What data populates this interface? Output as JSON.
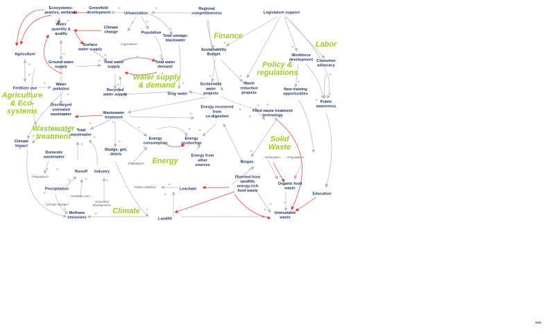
{
  "colors": {
    "node": "#1a2f5a",
    "link": "#b5b5b5",
    "negative_link": "#e53935",
    "sector": "#9ccb2e",
    "ghost": "#555555"
  },
  "sectors": [
    {
      "id": "water",
      "label": [
        "Water supply",
        "& demand"
      ]
    },
    {
      "id": "finance",
      "label": [
        "Finance"
      ]
    },
    {
      "id": "policy",
      "label": [
        "Policy &",
        "regulations"
      ]
    },
    {
      "id": "labor",
      "label": [
        "Labor"
      ]
    },
    {
      "id": "agri",
      "label": [
        "Agriculture",
        "& Eco-",
        "systems"
      ]
    },
    {
      "id": "wwt",
      "label": [
        "Wastewater",
        "treatment"
      ]
    },
    {
      "id": "energy",
      "label": [
        "Energy"
      ]
    },
    {
      "id": "solid",
      "label": [
        "Solid",
        "Waste"
      ]
    },
    {
      "id": "climate",
      "label": [
        "Climate"
      ]
    }
  ],
  "nodes": [
    {
      "id": "ecosystems",
      "lines": [
        "Ecosystems:",
        "prairies, wetlands"
      ]
    },
    {
      "id": "greenfield",
      "lines": [
        "Greenfield",
        "development"
      ]
    },
    {
      "id": "urbanization",
      "lines": [
        "Urbanization"
      ]
    },
    {
      "id": "regional",
      "lines": [
        "Regional",
        "competitiveness"
      ]
    },
    {
      "id": "legislature",
      "lines": [
        "Legislature support"
      ]
    },
    {
      "id": "agriculture",
      "lines": [
        "Agriculture"
      ]
    },
    {
      "id": "wqq",
      "lines": [
        "Water",
        "quantity &",
        "quality"
      ]
    },
    {
      "id": "climate_change",
      "lines": [
        "Climate",
        "change"
      ]
    },
    {
      "id": "population",
      "lines": [
        "Population"
      ]
    },
    {
      "id": "sewage",
      "lines": [
        "Total sewage:",
        "blackwater"
      ]
    },
    {
      "id": "surface",
      "lines": [
        "Surface",
        "water supply"
      ]
    },
    {
      "id": "ground",
      "lines": [
        "Ground water",
        "supply"
      ]
    },
    {
      "id": "total_supply",
      "lines": [
        "Total water",
        "supply"
      ]
    },
    {
      "id": "total_demand",
      "lines": [
        "Total water",
        "demand"
      ]
    },
    {
      "id": "sust_budget",
      "lines": [
        "Sustainability",
        "Budget"
      ]
    },
    {
      "id": "workforce",
      "lines": [
        "Workforce",
        "development"
      ]
    },
    {
      "id": "consumer",
      "lines": [
        "Consumer",
        "advocacy"
      ]
    },
    {
      "id": "fertilizer",
      "lines": [
        "Fertilizer use"
      ]
    },
    {
      "id": "water_pollution",
      "lines": [
        "Water",
        "pollution"
      ]
    },
    {
      "id": "recycled",
      "lines": [
        "Recycled",
        "water supply"
      ]
    },
    {
      "id": "gray",
      "lines": [
        "Gray water"
      ]
    },
    {
      "id": "sust_projects",
      "lines": [
        "Sustainable",
        "water",
        "projects"
      ]
    },
    {
      "id": "waste_reduction",
      "lines": [
        "Waste",
        "reduction",
        "projects"
      ]
    },
    {
      "id": "training",
      "lines": [
        "New training",
        "opportunities"
      ]
    },
    {
      "id": "public_awareness",
      "lines": [
        "Public",
        "awareness"
      ]
    },
    {
      "id": "discharged",
      "lines": [
        "Discharged",
        "untreated",
        "wastewater"
      ]
    },
    {
      "id": "wastewater_treatment",
      "lines": [
        "Wastewater",
        "treatment"
      ]
    },
    {
      "id": "energy_recovered",
      "lines": [
        "Energy recovered",
        "from",
        "co-digestion"
      ]
    },
    {
      "id": "fw_tech",
      "lines": [
        "Food waste treatment",
        "technology"
      ]
    },
    {
      "id": "total_ww",
      "lines": [
        "Total",
        "wastewater"
      ]
    },
    {
      "id": "climate_impact",
      "lines": [
        "Climate",
        "Impact"
      ]
    },
    {
      "id": "energy_consumption",
      "lines": [
        "Energy",
        "consumption"
      ]
    },
    {
      "id": "energy_production",
      "lines": [
        "Energy",
        "production"
      ]
    },
    {
      "id": "domestic_ww",
      "lines": [
        "Domestic",
        "wastewater"
      ]
    },
    {
      "id": "sludge",
      "lines": [
        "Sludge, grit,",
        "debris"
      ]
    },
    {
      "id": "energy_other",
      "lines": [
        "Energy from",
        "other",
        "sources"
      ]
    },
    {
      "id": "biogas",
      "lines": [
        "Biogas"
      ]
    },
    {
      "id": "runoff",
      "lines": [
        "Runoff"
      ]
    },
    {
      "id": "industry",
      "lines": [
        "Industry"
      ]
    },
    {
      "id": "precipitation",
      "lines": [
        "Precipitation"
      ]
    },
    {
      "id": "leachate",
      "lines": [
        "Leachate"
      ]
    },
    {
      "id": "diverted",
      "lines": [
        "Diverted from",
        "landfills",
        "energy-rich",
        "food waste"
      ]
    },
    {
      "id": "organic",
      "lines": [
        "Organic food",
        "waste"
      ]
    },
    {
      "id": "education",
      "lines": [
        "Education"
      ]
    },
    {
      "id": "methane",
      "lines": [
        "Methane",
        "emissions"
      ]
    },
    {
      "id": "landfill",
      "lines": [
        "Landfill"
      ]
    },
    {
      "id": "untreatable",
      "lines": [
        "Untreatable",
        "waste"
      ]
    }
  ],
  "ghosts": [
    {
      "id": "g_agriculture",
      "text": "<Agriculture>"
    },
    {
      "id": "g_population_energy",
      "text": "<Population>"
    },
    {
      "id": "g_education",
      "text": "<Education>"
    },
    {
      "id": "g_population_solid",
      "text": "<Population>"
    },
    {
      "id": "g_population_ww",
      "text": "<Population>"
    },
    {
      "id": "g_water_pollution",
      "text": "<Water pollution>"
    },
    {
      "id": "g_fertilizer",
      "text": "<Fertilizer use>"
    },
    {
      "id": "g_climate_change",
      "text": "<Climate change>"
    },
    {
      "id": "g_economic",
      "text": "<Economic",
      "text2": "development>"
    }
  ],
  "footer": "text"
}
